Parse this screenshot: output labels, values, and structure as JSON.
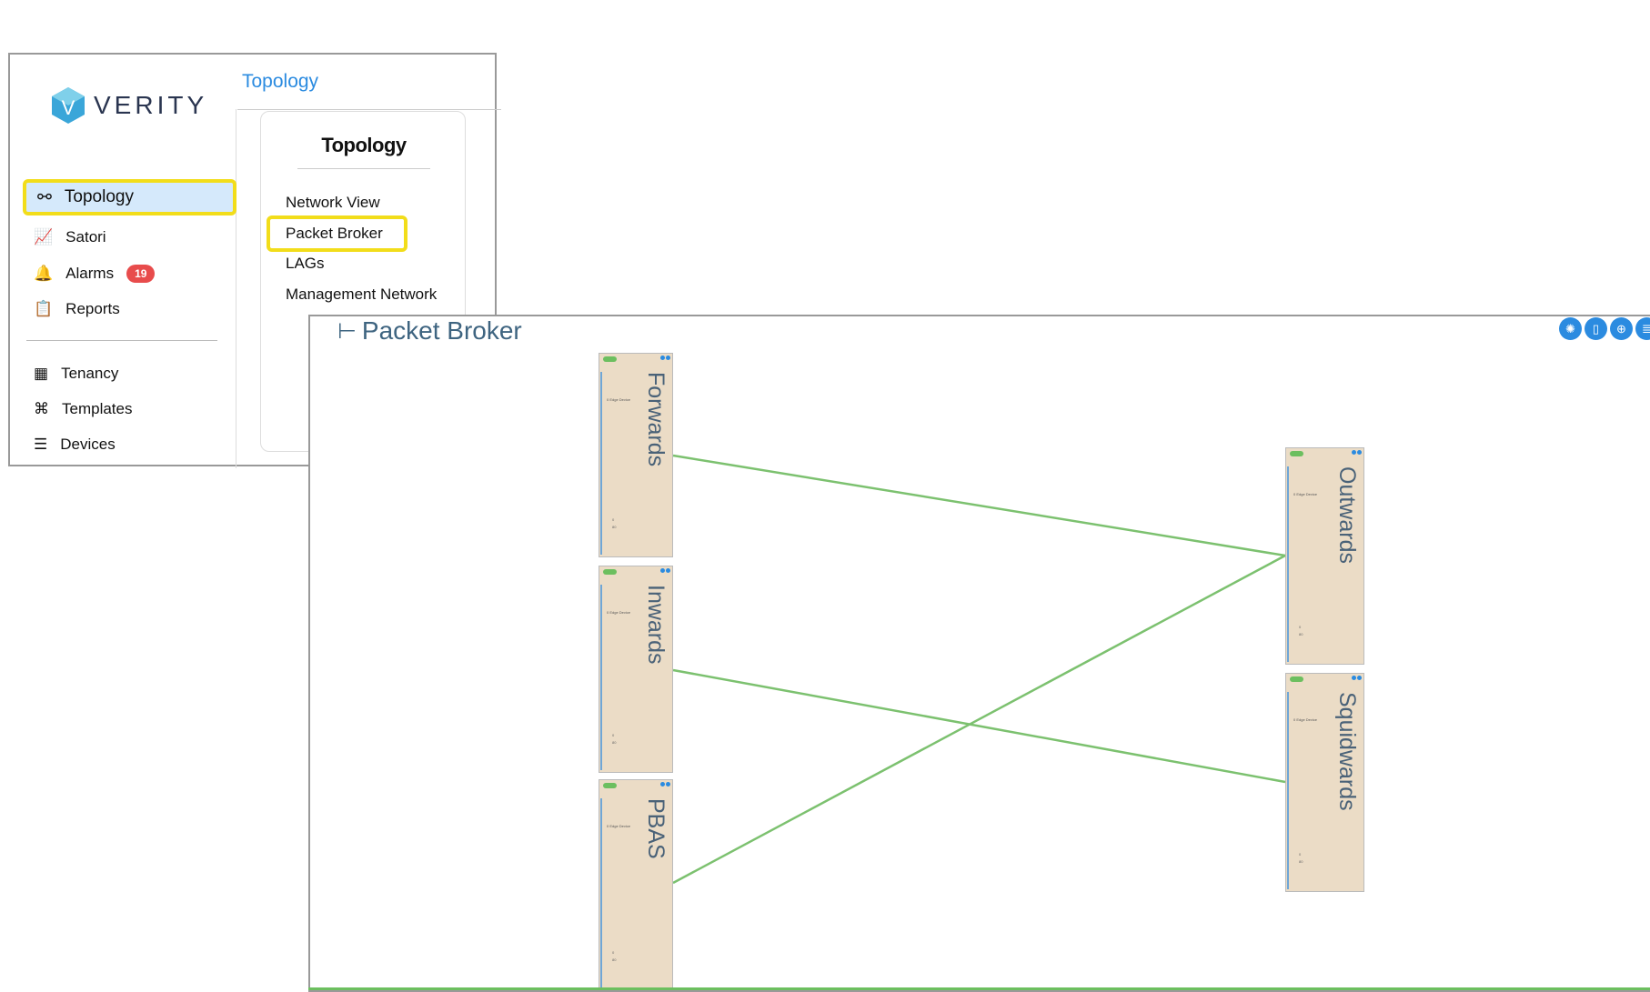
{
  "brand": {
    "name": "VERITY"
  },
  "breadcrumb": "Topology",
  "sidebar": {
    "items": [
      {
        "label": "Topology",
        "icon": "topology-icon",
        "active": true
      },
      {
        "label": "Satori",
        "icon": "chart-icon"
      },
      {
        "label": "Alarms",
        "icon": "bell-icon",
        "badge": "19"
      },
      {
        "label": "Reports",
        "icon": "clipboard-icon"
      },
      {
        "label": "Tenancy",
        "icon": "tenancy-icon"
      },
      {
        "label": "Templates",
        "icon": "templates-icon"
      },
      {
        "label": "Devices",
        "icon": "devices-icon"
      }
    ]
  },
  "submenu": {
    "title": "Topology",
    "items": [
      "Network View",
      "Packet Broker",
      "LAGs",
      "Management Network"
    ]
  },
  "packet_broker": {
    "title": "Packet Broker",
    "toolbar": [
      "aperture-icon",
      "clipboard-icon",
      "zoom-add-icon",
      "notes-icon"
    ],
    "nodes": [
      {
        "name": "Forwards",
        "devices": "0 Edge Device",
        "stat1": "0",
        "stat2": "80"
      },
      {
        "name": "Inwards",
        "devices": "0 Edge Device",
        "stat1": "0",
        "stat2": "80"
      },
      {
        "name": "PBAS",
        "devices": "0 Edge Device",
        "stat1": "0",
        "stat2": "80"
      },
      {
        "name": "Outwards",
        "devices": "0 Edge Device",
        "stat1": "0",
        "stat2": "80"
      },
      {
        "name": "Squidwards",
        "devices": "0 Edge Device",
        "stat1": "0",
        "stat2": "80"
      }
    ],
    "links": [
      [
        "Forwards",
        "Outwards"
      ],
      [
        "Inwards",
        "Squidwards"
      ],
      [
        "PBAS",
        "Outwards"
      ]
    ],
    "link_color": "#7cc16f"
  }
}
